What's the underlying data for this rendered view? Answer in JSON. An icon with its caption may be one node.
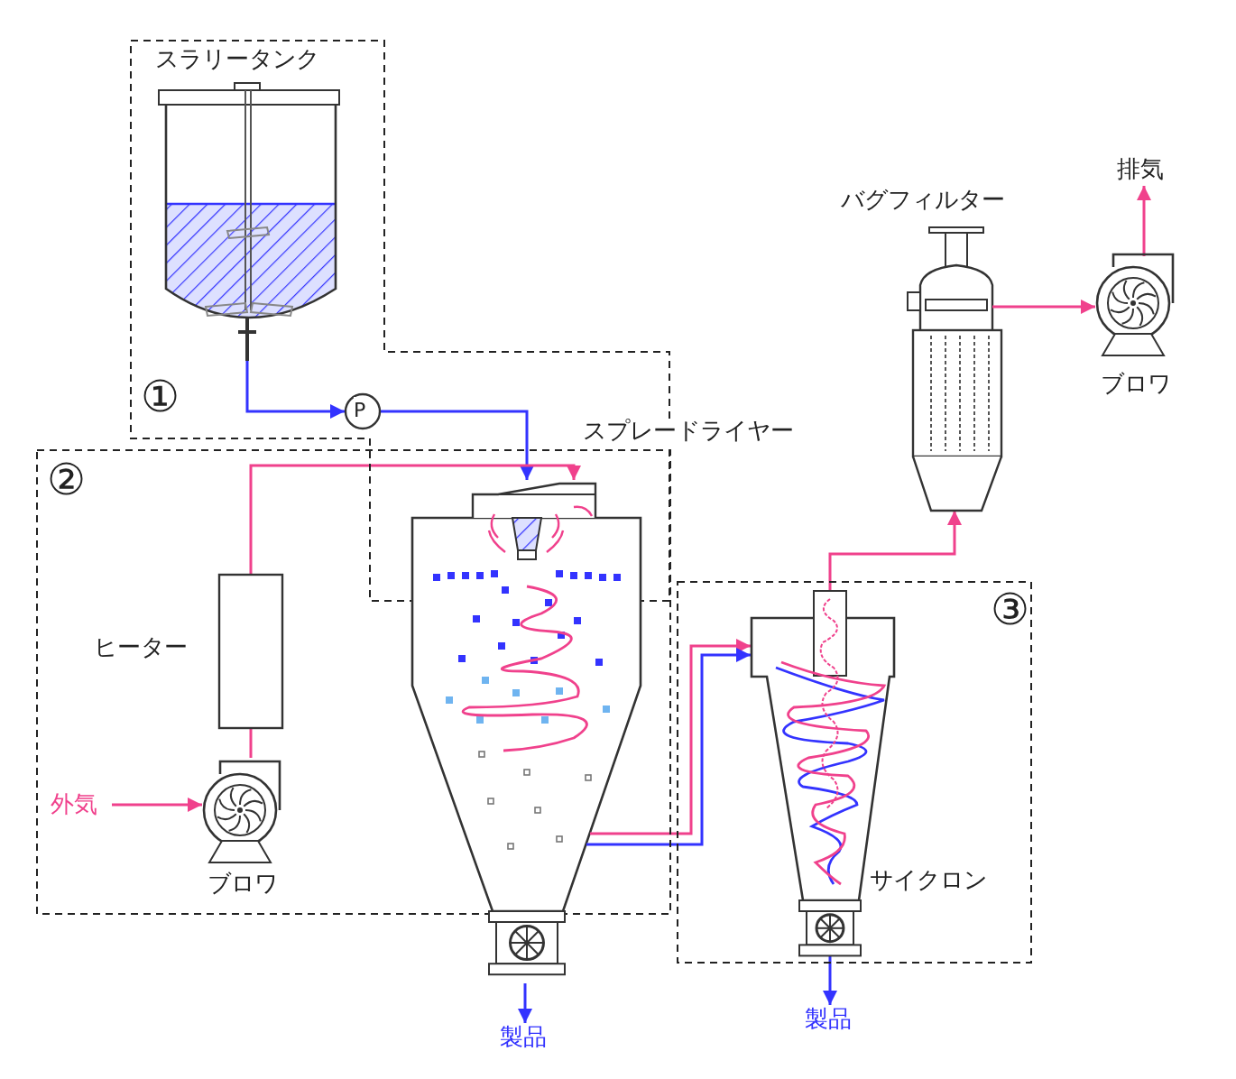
{
  "diagram": {
    "nodes": [
      {
        "text": [
          "①"
        ]
      },
      {
        "text": [
          "スラリータンク"
        ],
        "in": 0
      },
      {
        "text": [
          "P"
        ],
        "in": 0
      },
      {
        "text": [
          "②"
        ]
      },
      {
        "text": [
          "外気"
        ],
        "in": 3
      },
      {
        "text": [
          "ブロワ"
        ],
        "in": 3
      },
      {
        "text": [
          "ヒーター"
        ],
        "in": 3
      },
      {
        "text": [
          "スプレードライヤー"
        ]
      },
      {
        "text": [
          "製品"
        ]
      },
      {
        "text": [
          "③"
        ]
      },
      {
        "text": [
          "サイクロン"
        ],
        "in": 9
      },
      {
        "text": [
          "製品"
        ]
      },
      {
        "text": [
          "バグフィルター"
        ]
      },
      {
        "text": [
          "ブロワ"
        ]
      },
      {
        "text": [
          "排気"
        ]
      }
    ],
    "edges": [
      {
        "from": 1,
        "to": 2,
        "arrow": "to",
        "color": "#3333ff"
      },
      {
        "from": 2,
        "to": 7,
        "arrow": "to",
        "color": "#3333ff"
      },
      {
        "from": 4,
        "to": 5,
        "arrow": "to"
      },
      {
        "from": 5,
        "to": 6,
        "arrow": "none"
      },
      {
        "from": 6,
        "to": 7,
        "arrow": "to"
      },
      {
        "from": 7,
        "to": 10,
        "arrow": "to"
      },
      {
        "from": 7,
        "to": 10,
        "arrow": "to",
        "color": "#3333ff"
      },
      {
        "from": 7,
        "to": 8,
        "arrow": "to",
        "color": "#3333ff"
      },
      {
        "from": 10,
        "to": 11,
        "arrow": "to",
        "color": "#3333ff"
      },
      {
        "from": 10,
        "to": 12,
        "arrow": "to"
      },
      {
        "from": 12,
        "to": 13,
        "arrow": "to"
      },
      {
        "from": 13,
        "to": 14,
        "arrow": "to"
      }
    ]
  }
}
